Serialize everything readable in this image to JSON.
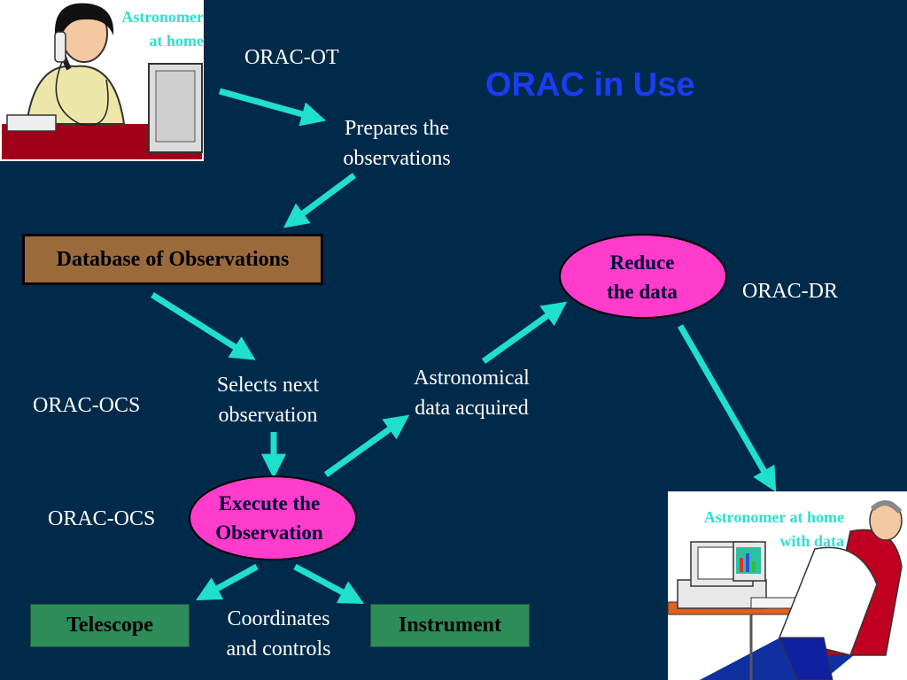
{
  "title": "ORAC in Use",
  "people": {
    "astronomer_home": "Astronomer\nat home",
    "astronomer_home_data": "Astronomer at home\nwith data"
  },
  "tags": {
    "orac_ot": "ORAC-OT",
    "orac_dr": "ORAC-DR",
    "orac_ocs_1": "ORAC-OCS",
    "orac_ocs_2": "ORAC-OCS"
  },
  "steps": {
    "prepares": "Prepares the\nobservations",
    "database": "Database of Observations",
    "selects": "Selects next\nobservation",
    "execute": "Execute the\nObservation",
    "acquired": "Astronomical\ndata acquired",
    "reduce": "Reduce\nthe data",
    "telescope": "Telescope",
    "instrument": "Instrument",
    "coords": "Coordinates\nand controls"
  },
  "colors": {
    "background": "#002a4a",
    "arrow": "#1ee0cc",
    "database_fill": "#9a6a3a",
    "ellipse_fill": "#ff3ccc",
    "green_box": "#2e8b5a",
    "title": "#1a3cf5"
  }
}
